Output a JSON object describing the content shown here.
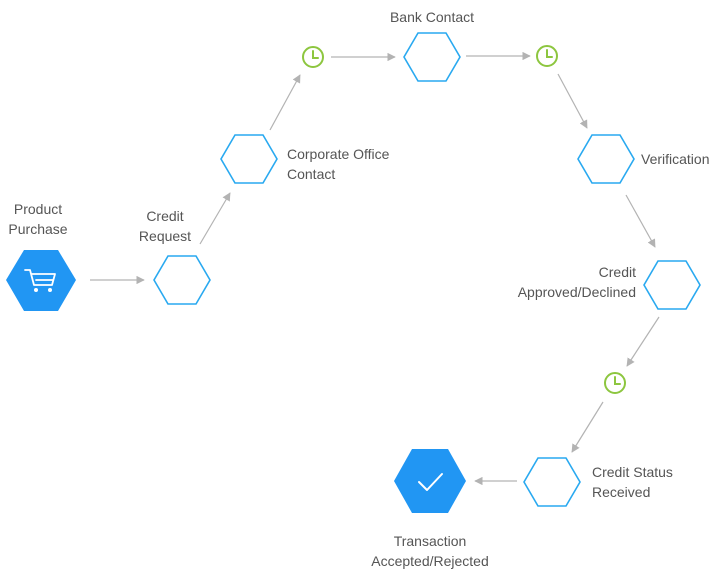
{
  "colors": {
    "accent": "#2196F3",
    "hex_outline": "#29A9F0",
    "timer": "#8DC63F",
    "arrow": "#B3B3B3",
    "text": "#555555"
  },
  "nodes": {
    "product_purchase": {
      "line1": "Product",
      "line2": "Purchase",
      "icon": "shopping-cart-icon"
    },
    "credit_request": {
      "line1": "Credit",
      "line2": "Request"
    },
    "corporate_office_contact": {
      "line1": "Corporate Office",
      "line2": "Contact"
    },
    "bank_contact": {
      "line1": "Bank Contact"
    },
    "verification": {
      "line1": "Verification"
    },
    "credit_approved_declined": {
      "line1": "Credit",
      "line2": "Approved/Declined"
    },
    "credit_status_received": {
      "line1": "Credit Status",
      "line2": "Received"
    },
    "transaction_accepted_rejected": {
      "line1": "Transaction",
      "line2": "Accepted/Rejected",
      "icon": "checkmark-icon"
    }
  },
  "timers": [
    {
      "icon": "clock-icon",
      "between": "Corporate Office Contact → Bank Contact"
    },
    {
      "icon": "clock-icon",
      "between": "Bank Contact → Verification"
    },
    {
      "icon": "clock-icon",
      "between": "Credit Approved/Declined → Credit Status Received"
    }
  ]
}
